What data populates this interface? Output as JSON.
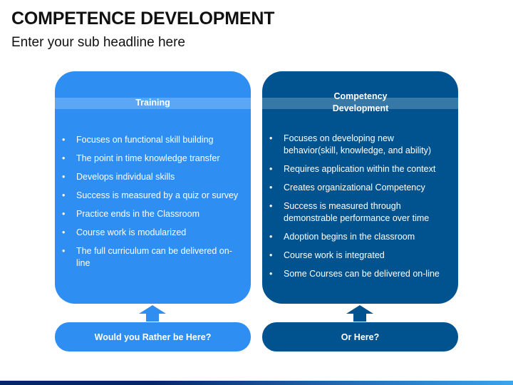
{
  "header": {
    "title": "COMPETENCE DEVELOPMENT",
    "subtitle": "Enter your sub headline here"
  },
  "colors": {
    "light_blue": "#2e8ef2",
    "dark_blue": "#00538f",
    "footer_dark": "#06266b",
    "footer_light": "#3aa5ee"
  },
  "bullet_glyph": "•",
  "left_card": {
    "title": "Training",
    "items": [
      "Focuses on functional skill building",
      "The point in time knowledge transfer",
      "Develops individual skills",
      "Success is measured by a quiz or survey",
      "Practice ends in the Classroom",
      "Course work is modularized",
      "The full curriculum can be delivered on-line"
    ],
    "button_label": "Would you Rather be Here?",
    "arrow_icon": "up-arrow-icon"
  },
  "right_card": {
    "title": "Competency Development",
    "items": [
      "Focuses on developing new behavior(skill, knowledge, and ability)",
      "Requires application within the context",
      "Creates organizational Competency",
      "Success is measured through demonstrable performance over time",
      "Adoption begins in the classroom",
      "Course work is integrated",
      "Some Courses can be delivered on-line"
    ],
    "button_label": "Or Here?",
    "arrow_icon": "up-arrow-icon"
  }
}
